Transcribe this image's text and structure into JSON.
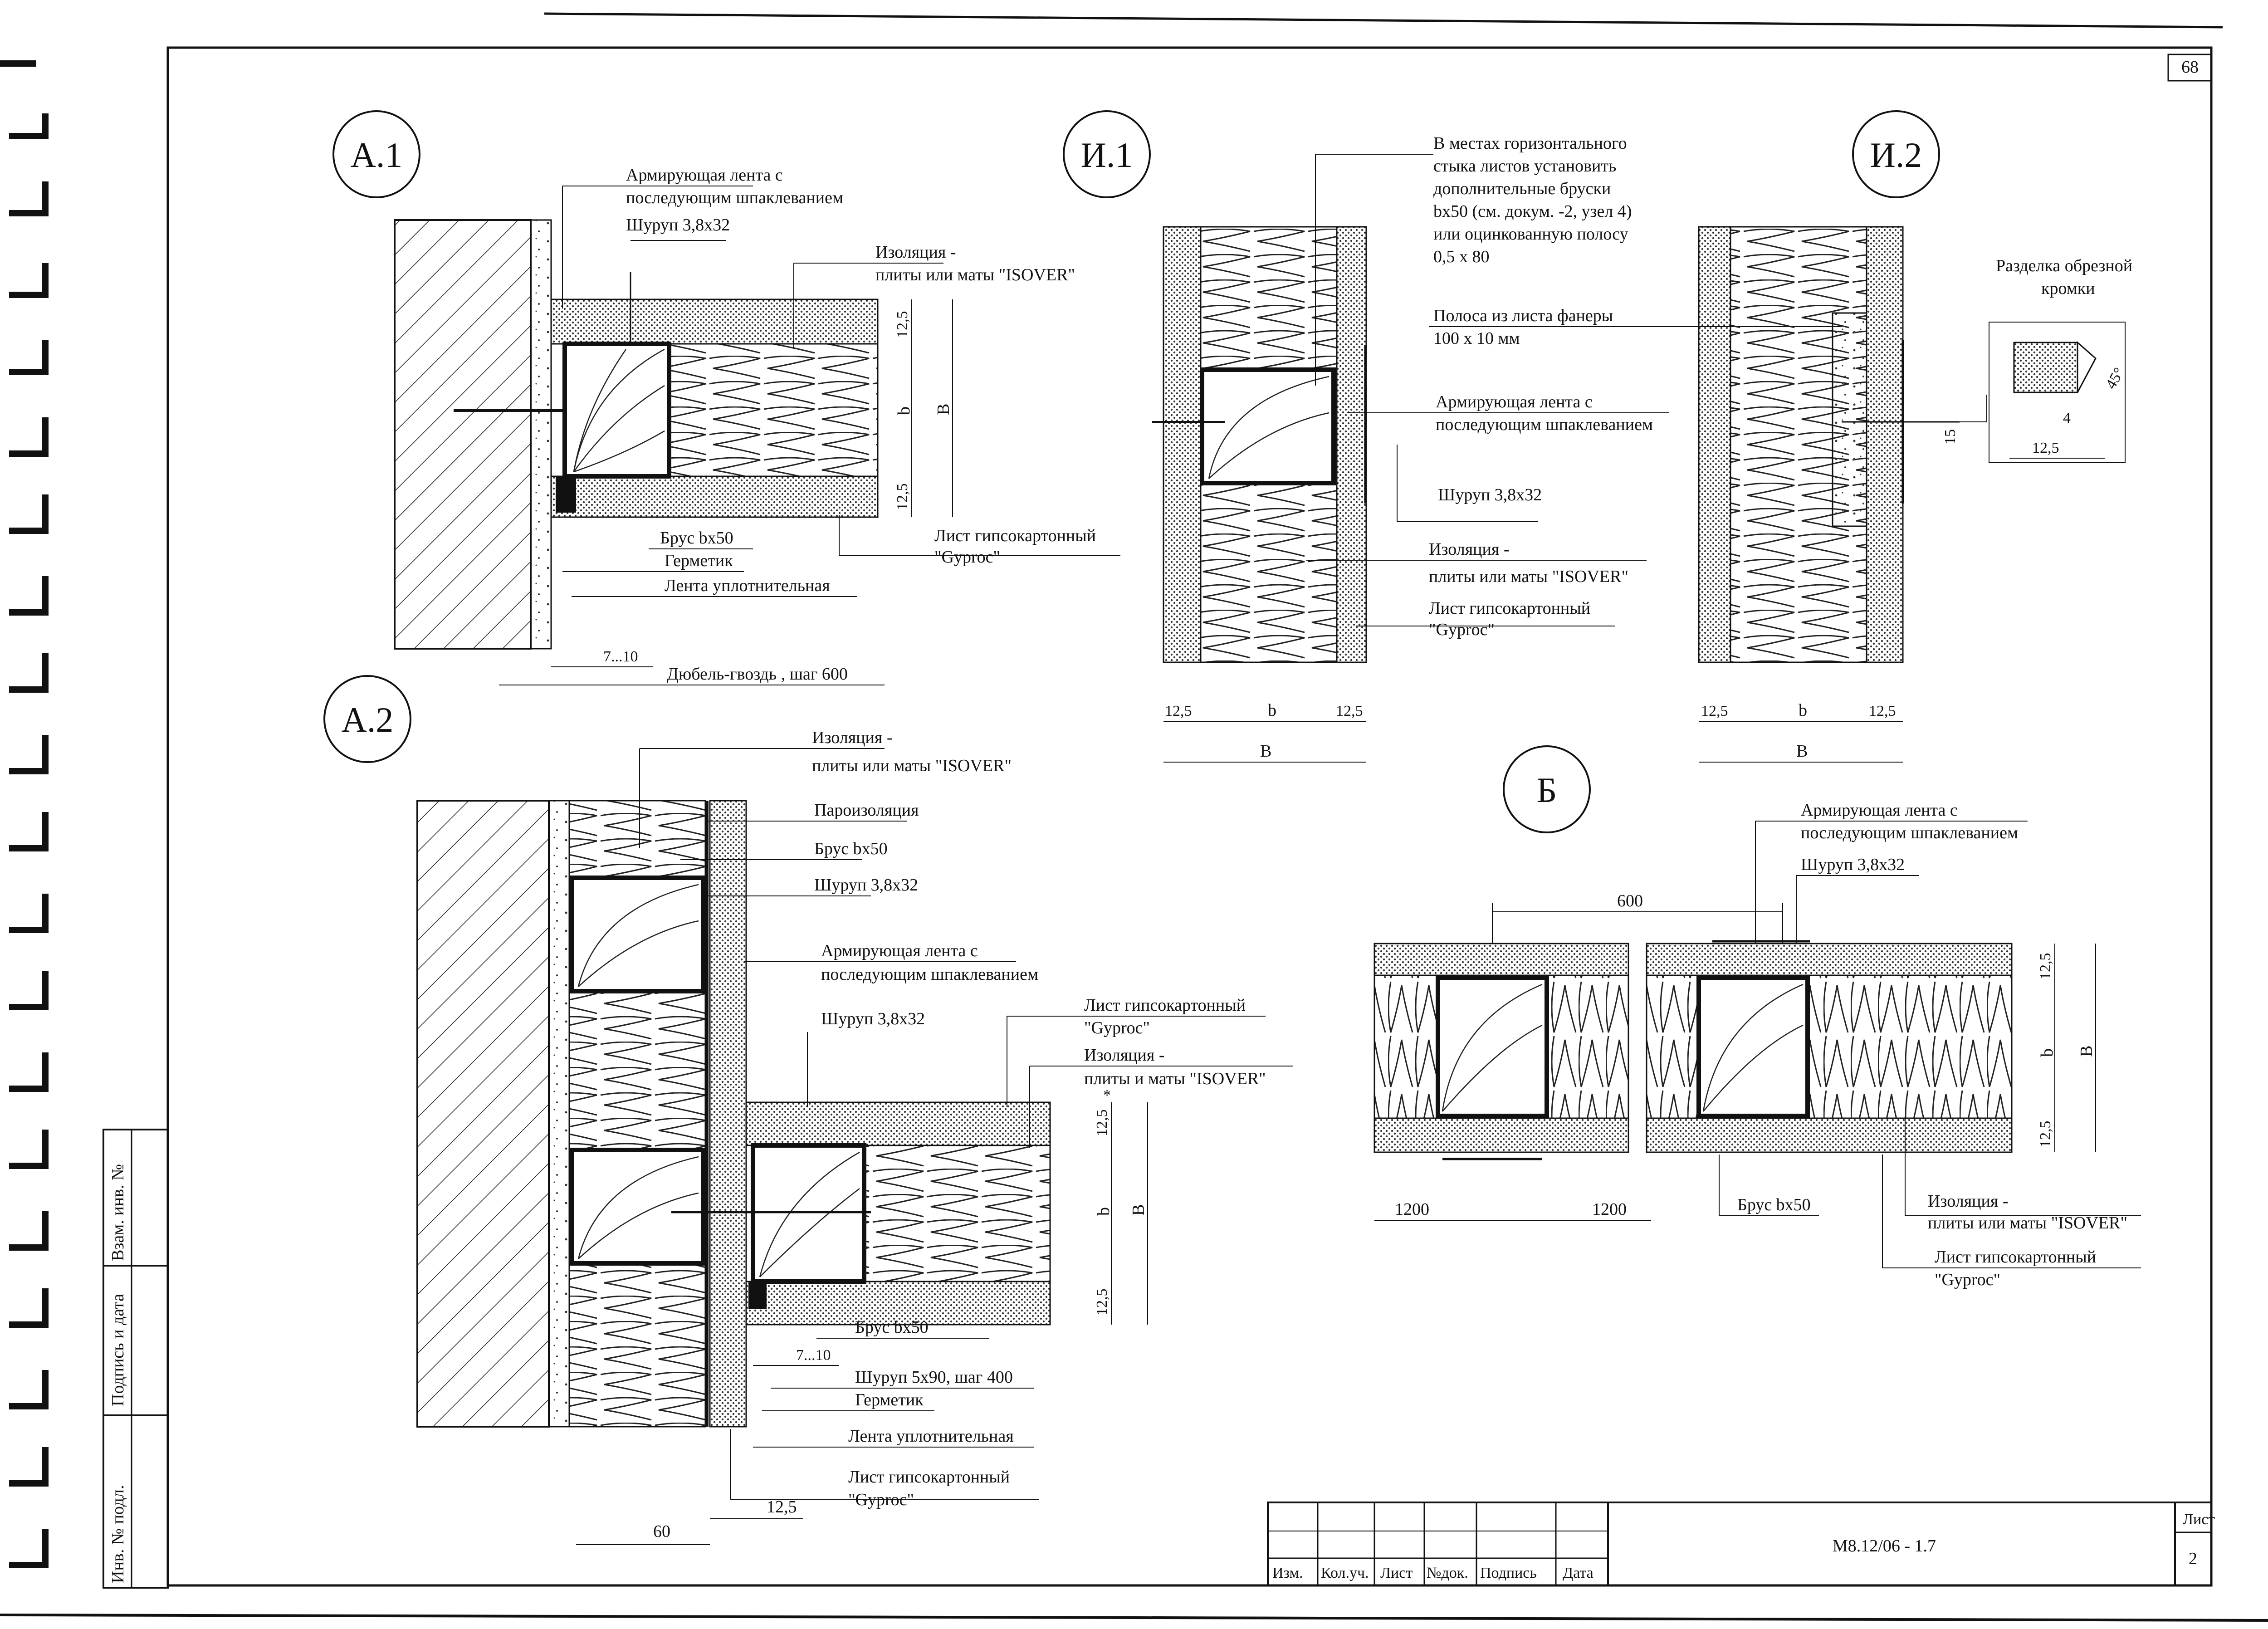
{
  "page_number": "68",
  "details": {
    "A1": {
      "circle": "А.1",
      "labels": {
        "tape_1": "Армирующая лента с",
        "tape_2": "последующим шпаклеванием",
        "screw": "Шуруп 3,8х32",
        "insul_1": "Изоляция -",
        "insul_2": "плиты или маты \"ISOVER\"",
        "bar": "Брус bх50",
        "sealant": "Герметик",
        "seal_tape": "Лента уплотнительная",
        "gyp_1": "Лист гипсокартонный",
        "gyp_2": "\"Gyproc\"",
        "dowel": "Дюбель-гвоздь , шаг 600"
      },
      "dims": {
        "top": "12,5",
        "mid": "b",
        "bot": "12,5",
        "total": "В",
        "gap": "7...10"
      }
    },
    "A2": {
      "circle": "А.2",
      "labels": {
        "insul_1": "Изоляция -",
        "insul_2": "плиты или маты \"ISOVER\"",
        "vapor": "Пароизоляция",
        "bar_top": "Брус bх50",
        "screw_top": "Шуруп 3,8х32",
        "tape_1": "Армирующая лента с",
        "tape_2": "последующим шпаклеванием",
        "screw_mid": "Шуруп 3,8х32",
        "gyp_1": "Лист гипсокартонный",
        "gyp_2": "\"Gyproc\"",
        "insul2_1": "Изоляция -",
        "insul2_2": "плиты и маты \"ISOVER\"",
        "bar_bot": "Брус bх50",
        "screw_long": "Шуруп 5х90, шаг 400",
        "sealant": "Герметик",
        "seal_tape": "Лента уплотнительная",
        "gyp2_1": "Лист гипсокартонный",
        "gyp2_2": "\"Gyproc\""
      },
      "dims": {
        "top": "12,5",
        "mid": "b",
        "bot": "12,5",
        "total": "В",
        "gap": "7...10",
        "w60": "60",
        "w125": "12,5",
        "star": "*"
      }
    },
    "I1": {
      "circle": "И.1",
      "labels": {
        "note_1": "В местах горизонтального",
        "note_2": "стыка листов установить",
        "note_3": "дополнительные бруски",
        "note_4": "bх50 (см. докум. -2, узел 4)",
        "note_5": "или оцинкованную полосу",
        "note_6": "0,5 х 80",
        "plywood_1": "Полоса из листа фанеры",
        "plywood_2": "100 х 10 мм",
        "tape_1": "Армирующая лента с",
        "tape_2": "последующим шпаклеванием",
        "screw": "Шуруп 3,8х32",
        "insul_1": "Изоляция -",
        "insul_2": "плиты или маты \"ISOVER\"",
        "gyp_1": "Лист гипсокартонный",
        "gyp_2": "\"Gyproc\""
      },
      "dims": {
        "left": "12,5",
        "mid": "b",
        "right": "12,5",
        "total": "В"
      }
    },
    "I2": {
      "circle": "И.2",
      "labels": {
        "edge_1": "Разделка обрезной",
        "edge_2": "кромки"
      },
      "dims": {
        "left": "12,5",
        "mid": "b",
        "right": "12,5",
        "total": "В",
        "d15": "15",
        "d4": "4",
        "d125": "12,5",
        "angle": "45°"
      }
    },
    "B": {
      "circle": "Б",
      "labels": {
        "tape_1": "Армирующая лента с",
        "tape_2": "последующим шпаклеванием",
        "screw": "Шуруп 3,8х32",
        "bar": "Брус bх50",
        "insul_1": "Изоляция -",
        "insul_2": "плиты или маты \"ISOVER\"",
        "gyp_1": "Лист гипсокартонный",
        "gyp_2": "\"Gyproc\""
      },
      "dims": {
        "span": "600",
        "left": "1200",
        "right": "1200",
        "top": "12,5",
        "mid": "b",
        "bot": "12,5",
        "total": "В"
      }
    }
  },
  "side_stamp": {
    "f1": "Взам. инв. №",
    "f2": "Подпись и дата",
    "f3": "Инв. № подл."
  },
  "title_block": {
    "cols": [
      "Изм.",
      "Кол.уч.",
      "Лист",
      "№док.",
      "Подпись",
      "Дата"
    ],
    "code": "М8.12/06 - 1.7",
    "sheet_label": "Лист",
    "sheet_no": "2"
  }
}
